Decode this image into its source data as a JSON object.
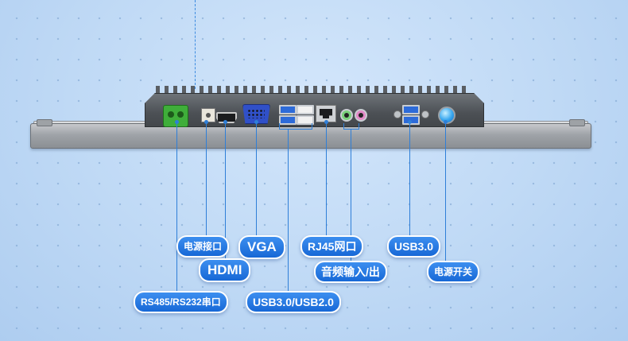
{
  "labels": {
    "power_port": "电源接口",
    "hdmi": "HDMI",
    "vga": "VGA",
    "serial": "RS485/RS232串口",
    "usb_combo": "USB3.0/USB2.0",
    "rj45": "RJ45网口",
    "audio": "音频输入/出",
    "usb3": "USB3.0",
    "power_switch": "电源开关"
  },
  "colors": {
    "accent": "#1768d6",
    "line": "#2f7fd8",
    "terminal": "#3fae3a",
    "vga": "#3050c8",
    "usb3": "#2d6bd9"
  }
}
